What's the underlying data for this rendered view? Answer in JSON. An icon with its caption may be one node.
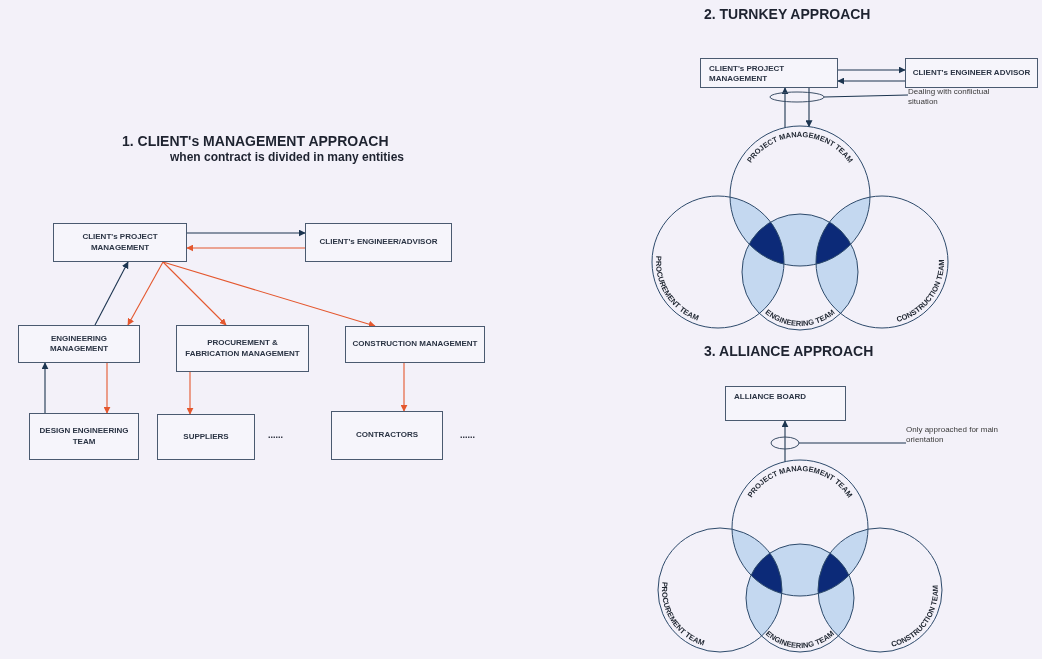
{
  "diagram": {
    "nodes": [
      {
        "text": [
          "CLIENT's PROJECT MANAGEMENT"
        ]
      },
      {
        "text": [
          "CLIENT's ENGINEER/ADVISOR"
        ]
      },
      {
        "text": [
          "ENGINEERING MANAGEMENT"
        ]
      },
      {
        "text": [
          "PROCUREMENT & FABRICATION MANAGEMENT"
        ]
      },
      {
        "text": [
          "CONSTRUCTION MANAGEMENT"
        ]
      },
      {
        "text": [
          "DESIGN ENGINEERING TEAM"
        ]
      },
      {
        "text": [
          "SUPPLIERS"
        ]
      },
      {
        "text": [
          "CONTRACTORS"
        ]
      },
      {
        "text": [
          "CLIENT's PROJECT MANAGEMENT"
        ]
      },
      {
        "text": [
          "CLIENT's ENGINEER ADVISOR"
        ]
      },
      {
        "text": [],
        "shape": "ellipse"
      },
      {
        "text": [
          "Dealing with conflictual situation"
        ]
      },
      {
        "text": [
          "PROJECT MANAGEMENT TEAM"
        ]
      },
      {
        "text": [
          "PROCUREMENT TEAM"
        ]
      },
      {
        "text": [
          "ENGINEERING TEAM"
        ]
      },
      {
        "text": [
          "CONSTRUCTION TEAM"
        ]
      },
      {
        "text": [
          "ALLIANCE BOARD"
        ]
      },
      {
        "text": [],
        "shape": "ellipse"
      },
      {
        "text": [
          "Only approached for main orientation"
        ]
      },
      {
        "text": [
          "PROJECT MANAGEMENT TEAM"
        ]
      },
      {
        "text": [
          "PROCUREMENT TEAM"
        ]
      },
      {
        "text": [
          "ENGINEERING TEAM"
        ]
      },
      {
        "text": [
          "CONSTRUCTION TEAM"
        ]
      }
    ],
    "edges": [
      {
        "from": 0,
        "to": 1,
        "arrow": "to"
      },
      {
        "from": 1,
        "to": 0,
        "arrow": "to",
        "color": "#e4572e"
      },
      {
        "from": 2,
        "to": 0,
        "arrow": "to"
      },
      {
        "from": 0,
        "to": 2,
        "arrow": "to",
        "color": "#e4572e"
      },
      {
        "from": 0,
        "to": 3,
        "arrow": "to",
        "color": "#e4572e"
      },
      {
        "from": 0,
        "to": 4,
        "arrow": "to",
        "color": "#e4572e"
      },
      {
        "from": 2,
        "to": 5,
        "arrow": "to",
        "color": "#e4572e"
      },
      {
        "from": 3,
        "to": 6,
        "arrow": "to",
        "color": "#e4572e"
      },
      {
        "from": 4,
        "to": 7,
        "arrow": "to",
        "color": "#e4572e"
      },
      {
        "from": 5,
        "to": 2,
        "arrow": "to"
      },
      {
        "from": 8,
        "to": 9,
        "arrow": "to"
      },
      {
        "from": 9,
        "to": 8,
        "arrow": "to"
      },
      {
        "from": 12,
        "to": 8,
        "arrow": "to"
      },
      {
        "from": 8,
        "to": 12,
        "arrow": "to"
      },
      {
        "from": 11,
        "to": 10,
        "arrow": "none"
      },
      {
        "from": 19,
        "to": 16,
        "arrow": "to"
      },
      {
        "from": 18,
        "to": 17,
        "arrow": "none"
      }
    ],
    "labels": [
      "2. TURNKEY APPROACH",
      "1. CLIENT's MANAGEMENT APPROACH",
      "when contract is divided in many entities",
      "......",
      "......",
      "3. ALLIANCE APPROACH"
    ]
  }
}
